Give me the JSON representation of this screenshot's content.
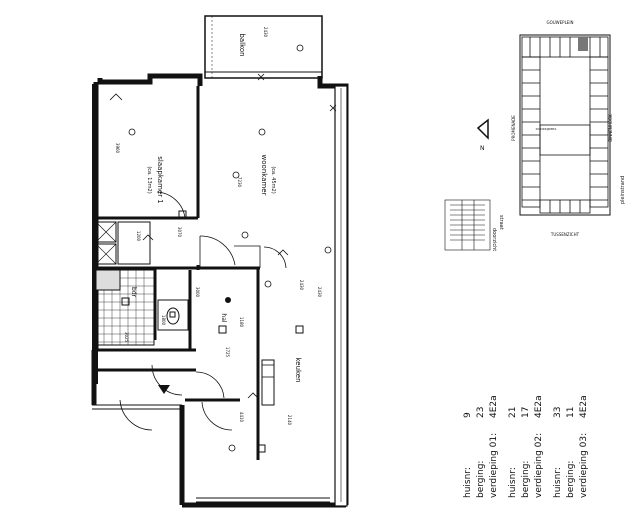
{
  "plan": {
    "rooms": {
      "balkon": {
        "name": "balkon",
        "dim": "2430"
      },
      "slaapkamer": {
        "name": "slaapkamer 1",
        "area": "(ca. 13m2)",
        "dim": "3960"
      },
      "woonkamer": {
        "name": "woonkamer",
        "area": "(ca. 45m2)",
        "dim": "7230"
      },
      "badkamer": {
        "name": "bdr"
      },
      "hal": {
        "name": "hal",
        "dim": "3000"
      },
      "keuken": {
        "name": "keuken",
        "dim": "2430"
      }
    },
    "dimensions": [
      "3070",
      "1200",
      "2430",
      "1180",
      "3025",
      "1800",
      "1725",
      "4410",
      "2140"
    ]
  },
  "legend": {
    "rows": [
      {
        "label": "huisnr:",
        "value": "9"
      },
      {
        "label": "berging:",
        "value": "23"
      },
      {
        "label": "verdieping 01:",
        "value": "4E2a"
      },
      {
        "label": "huisnr:",
        "value": "21"
      },
      {
        "label": "berging:",
        "value": "17"
      },
      {
        "label": "verdieping 02:",
        "value": "4E2a"
      },
      {
        "label": "huisnr:",
        "value": "33"
      },
      {
        "label": "berging:",
        "value": "11"
      },
      {
        "label": "verdieping 03:",
        "value": "4E2a"
      }
    ]
  },
  "key_plan": {
    "streets": {
      "top": "GOUWEPLEIN",
      "left": "PROMENADE",
      "right": "BINNENHOOK",
      "bottom": "TUSSENZICHT",
      "inner": "DOORKIJKERS",
      "far_right": "pleinstrand"
    },
    "site": {
      "label1": "straat",
      "label2": "doorzicht"
    },
    "north": "N"
  }
}
